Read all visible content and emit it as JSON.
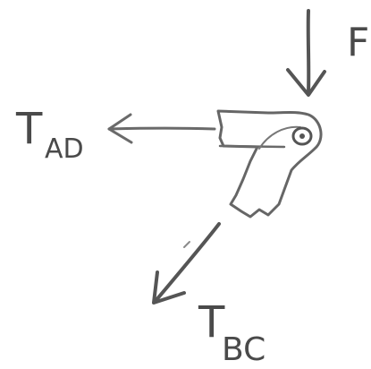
{
  "diagram": {
    "labels": {
      "force": "F",
      "tension_ad_main": "T",
      "tension_ad_sub": "AD",
      "tension_bc_main": "T",
      "tension_bc_sub": "BC"
    },
    "colors": {
      "pencil": "#555555",
      "pencil_light": "#8a8a8a",
      "background": "#ffffff"
    }
  }
}
